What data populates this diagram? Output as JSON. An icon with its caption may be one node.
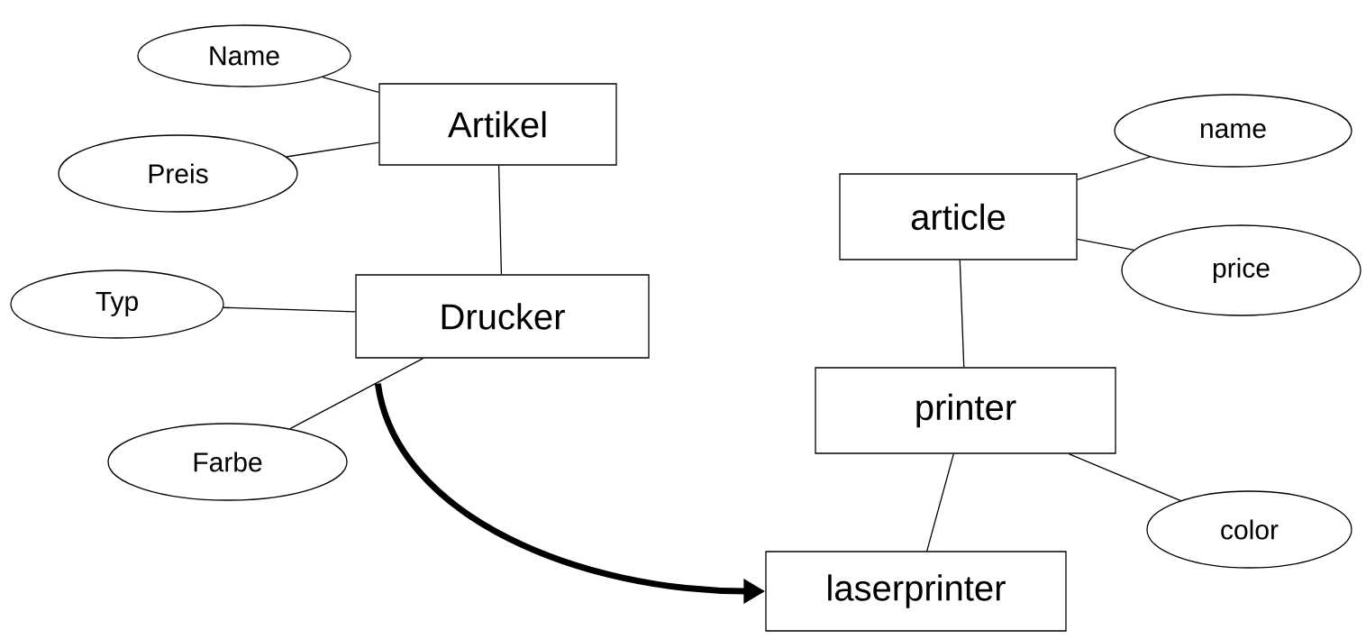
{
  "diagram": {
    "nodes": [
      {
        "text": [
          "Name"
        ]
      },
      {
        "text": [
          "Artikel"
        ]
      },
      {
        "text": [
          "Preis"
        ]
      },
      {
        "text": [
          "Typ"
        ]
      },
      {
        "text": [
          "Drucker"
        ]
      },
      {
        "text": [
          "Farbe"
        ]
      },
      {
        "text": [
          "name"
        ]
      },
      {
        "text": [
          "article"
        ]
      },
      {
        "text": [
          "price"
        ]
      },
      {
        "text": [
          "printer"
        ]
      },
      {
        "text": [
          "color"
        ]
      },
      {
        "text": [
          "laserprinter"
        ]
      }
    ],
    "edges": [
      {
        "from": 0,
        "to": 1,
        "arrow": "none"
      },
      {
        "from": 2,
        "to": 1,
        "arrow": "none"
      },
      {
        "from": 1,
        "to": 4,
        "arrow": "none"
      },
      {
        "from": 3,
        "to": 4,
        "arrow": "none"
      },
      {
        "from": 4,
        "to": 5,
        "arrow": "none"
      },
      {
        "from": 6,
        "to": 7,
        "arrow": "none"
      },
      {
        "from": 8,
        "to": 7,
        "arrow": "none"
      },
      {
        "from": 7,
        "to": 9,
        "arrow": "none"
      },
      {
        "from": 9,
        "to": 10,
        "arrow": "none"
      },
      {
        "from": 9,
        "to": 11,
        "arrow": "none"
      },
      {
        "from": 4,
        "to": 11,
        "arrow": "to",
        "style": "thick"
      }
    ]
  }
}
